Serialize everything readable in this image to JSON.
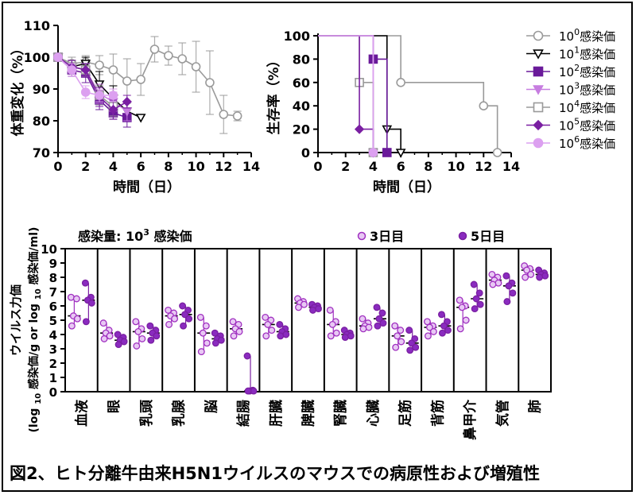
{
  "caption": "図2、ヒト分離牛由来H5N1ウイルスのマウスでの病原性および増殖性",
  "legend_top": {
    "suffix": "感染価",
    "items": [
      {
        "base": "10",
        "exp": "0",
        "color": "#9a9a9a",
        "marker": "circle-open"
      },
      {
        "base": "10",
        "exp": "1",
        "color": "#000000",
        "marker": "triangle-down-open"
      },
      {
        "base": "10",
        "exp": "2",
        "color": "#6a1a9a",
        "marker": "square-filled"
      },
      {
        "base": "10",
        "exp": "3",
        "color": "#c77de0",
        "marker": "triangle-down-filled"
      },
      {
        "base": "10",
        "exp": "4",
        "color": "#9a9a9a",
        "marker": "square-open"
      },
      {
        "base": "10",
        "exp": "5",
        "color": "#7a1fa2",
        "marker": "diamond-filled"
      },
      {
        "base": "10",
        "exp": "6",
        "color": "#dca0f0",
        "marker": "circle-filled"
      }
    ]
  },
  "chart_data": [
    {
      "type": "line",
      "ylabel": "体重変化（%）",
      "xlabel": "時間（日）",
      "xlim": [
        0,
        14
      ],
      "ylim": [
        70,
        110
      ],
      "xticks": [
        "0",
        "2",
        "4",
        "6",
        "8",
        "10",
        "12",
        "14"
      ],
      "yticks": [
        "70",
        "80",
        "90",
        "100",
        "110"
      ],
      "series": [
        {
          "name": "10^0感染価",
          "color": "#9a9a9a",
          "marker": "circle-open",
          "x": [
            0,
            1,
            2,
            3,
            4,
            5,
            6,
            7,
            8,
            9,
            10,
            11,
            12,
            13
          ],
          "y": [
            100,
            98,
            98.5,
            97.5,
            96,
            92.5,
            93,
            102.5,
            100.5,
            99.5,
            97,
            92,
            82,
            81.5
          ],
          "err": [
            0,
            2,
            2,
            3,
            5,
            7,
            5,
            4,
            3,
            5,
            8,
            10,
            6,
            1.5
          ]
        },
        {
          "name": "10^1感染価",
          "color": "#000000",
          "marker": "triangle-down-open",
          "x": [
            0,
            1,
            2,
            3,
            4,
            5,
            6
          ],
          "y": [
            100,
            97,
            98,
            91.5,
            87,
            83,
            81
          ],
          "err": [
            0,
            2,
            2,
            4,
            4,
            3,
            0
          ]
        },
        {
          "name": "10^2感染価",
          "color": "#6a1a9a",
          "marker": "square-filled",
          "x": [
            0,
            1,
            2,
            3,
            4,
            5
          ],
          "y": [
            100,
            96,
            95,
            86.5,
            82.5,
            81
          ],
          "err": [
            0,
            2,
            3,
            3,
            2,
            3
          ]
        },
        {
          "name": "10^3感染価",
          "color": "#c77de0",
          "marker": "triangle-down-filled",
          "x": [
            0,
            1,
            2,
            3,
            4,
            5
          ],
          "y": [
            100,
            97,
            96,
            88.5,
            86,
            83
          ],
          "err": [
            0,
            2,
            2,
            3,
            3,
            3
          ]
        },
        {
          "name": "10^4感染価",
          "color": "#9a9a9a",
          "marker": "square-open",
          "x": [
            0,
            1,
            2,
            3,
            4
          ],
          "y": [
            100,
            97,
            96,
            88,
            84.5
          ],
          "err": [
            0,
            2,
            2,
            3,
            3
          ]
        },
        {
          "name": "10^5感染価",
          "color": "#7a1fa2",
          "marker": "diamond-filled",
          "x": [
            0,
            1,
            2,
            3,
            4,
            5
          ],
          "y": [
            100,
            97,
            96,
            87.5,
            83.5,
            86
          ],
          "err": [
            0,
            2,
            2,
            3,
            3,
            2
          ]
        },
        {
          "name": "10^6感染価",
          "color": "#dca0f0",
          "marker": "circle-filled",
          "x": [
            0,
            1,
            2,
            3,
            4
          ],
          "y": [
            100,
            96,
            89,
            88,
            88
          ],
          "err": [
            0,
            2,
            2,
            2,
            2
          ]
        }
      ]
    },
    {
      "type": "line",
      "subtype": "survival-step",
      "ylabel": "生存率（%）",
      "xlabel": "時間（日）",
      "xlim": [
        0,
        14
      ],
      "ylim": [
        0,
        100
      ],
      "xticks": [
        "0",
        "2",
        "4",
        "6",
        "8",
        "10",
        "12",
        "14"
      ],
      "yticks": [
        "0",
        "20",
        "40",
        "60",
        "80",
        "100"
      ],
      "series": [
        {
          "name": "10^0感染価",
          "color": "#9a9a9a",
          "marker": "circle-open",
          "steps": [
            [
              0,
              100
            ],
            [
              6,
              60
            ],
            [
              12,
              40
            ],
            [
              13,
              0
            ]
          ]
        },
        {
          "name": "10^1感染価",
          "color": "#000000",
          "marker": "triangle-down-open",
          "steps": [
            [
              0,
              100
            ],
            [
              5,
              20
            ],
            [
              6,
              0
            ]
          ]
        },
        {
          "name": "10^2感染価",
          "color": "#6a1a9a",
          "marker": "square-filled",
          "steps": [
            [
              0,
              100
            ],
            [
              4,
              80
            ],
            [
              5,
              0
            ]
          ]
        },
        {
          "name": "10^3感染価",
          "color": "#c77de0",
          "marker": "triangle-down-filled",
          "steps": [
            [
              0,
              100
            ],
            [
              4,
              0
            ]
          ]
        },
        {
          "name": "10^4感染価",
          "color": "#9a9a9a",
          "marker": "square-open",
          "steps": [
            [
              0,
              100
            ],
            [
              3,
              60
            ],
            [
              4,
              0
            ]
          ]
        },
        {
          "name": "10^5感染価",
          "color": "#7a1fa2",
          "marker": "diamond-filled",
          "steps": [
            [
              0,
              100
            ],
            [
              3,
              20
            ],
            [
              4,
              0
            ]
          ]
        },
        {
          "name": "10^6感染価",
          "color": "#dca0f0",
          "marker": "circle-filled",
          "steps": [
            [
              0,
              100
            ],
            [
              4,
              0
            ]
          ]
        }
      ]
    },
    {
      "type": "scatter",
      "subtype": "dot-plot",
      "annotation": {
        "prefix": "感染量: 10",
        "exp": "3",
        "suffix": " 感染価"
      },
      "ylabel_line1": "ウイルス力価",
      "ylabel_line2_parts": [
        "(log ",
        "10",
        " 感染価/g or log ",
        "10",
        " 感染価/ml)"
      ],
      "ylim": [
        0,
        10
      ],
      "yticks": [
        "0",
        "1",
        "2",
        "3",
        "4",
        "5",
        "6",
        "7",
        "8",
        "9",
        "10"
      ],
      "categories": [
        "血液",
        "眼",
        "乳頭",
        "乳腺",
        "脳",
        "結腸",
        "肝臓",
        "脾臓",
        "腎臓",
        "心臓",
        "足筋",
        "背筋",
        "鼻甲介",
        "気管",
        "肺"
      ],
      "series": [
        {
          "name": "3日目",
          "color": "#a030c0",
          "fill": "#e8c8f4",
          "open": true,
          "values": [
            [
              6.6,
              6.5,
              5.3,
              5.1,
              4.6
            ],
            [
              4.8,
              4.3,
              4.1,
              3.9,
              3.7
            ],
            [
              4.9,
              4.4,
              4.2,
              3.7,
              3.2
            ],
            [
              5.7,
              5.5,
              5.3,
              5.1,
              4.7
            ],
            [
              5.2,
              4.6,
              4.1,
              3.4,
              2.8
            ],
            [
              4.9,
              4.7,
              4.4,
              4.2,
              3.9
            ],
            [
              5.2,
              5.0,
              4.7,
              4.3,
              3.9
            ],
            [
              6.5,
              6.3,
              6.2,
              6.1,
              5.9
            ],
            [
              5.7,
              4.9,
              4.7,
              4.1,
              3.9
            ],
            [
              5.1,
              4.8,
              4.6,
              4.5,
              4.4
            ],
            [
              4.6,
              4.3,
              3.9,
              3.5,
              3.1
            ],
            [
              4.9,
              4.6,
              4.5,
              4.2,
              3.9
            ],
            [
              6.4,
              6.0,
              5.9,
              5.0,
              4.4
            ],
            [
              8.2,
              8.0,
              7.8,
              7.6,
              7.5
            ],
            [
              8.8,
              8.6,
              8.5,
              8.2,
              8.0
            ]
          ],
          "medians": [
            5.3,
            4.1,
            4.2,
            5.3,
            4.1,
            4.4,
            4.7,
            6.2,
            4.7,
            4.6,
            3.9,
            4.5,
            5.9,
            7.8,
            8.5
          ]
        },
        {
          "name": "5日目",
          "color": "#7a1fa2",
          "fill": "#8a2bbf",
          "open": false,
          "values": [
            [
              7.6,
              6.6,
              6.4,
              6.2,
              4.9
            ],
            [
              4.0,
              3.8,
              3.6,
              3.5,
              3.3
            ],
            [
              4.6,
              4.3,
              4.1,
              3.9,
              3.6
            ],
            [
              6.0,
              5.7,
              5.4,
              5.1,
              4.6
            ],
            [
              4.1,
              3.9,
              3.7,
              3.6,
              3.4
            ],
            [
              2.5,
              0.1,
              0.05,
              0.05,
              0.05
            ],
            [
              4.7,
              4.4,
              4.2,
              4.0,
              3.9
            ],
            [
              6.1,
              6.0,
              5.9,
              5.8,
              5.7
            ],
            [
              4.3,
              4.1,
              4.0,
              3.9,
              3.8
            ],
            [
              5.9,
              5.5,
              5.1,
              4.8,
              4.6
            ],
            [
              4.3,
              3.7,
              3.4,
              3.1,
              2.9
            ],
            [
              5.4,
              4.9,
              4.6,
              4.3,
              4.1
            ],
            [
              7.5,
              6.9,
              6.5,
              6.1,
              5.8
            ],
            [
              8.1,
              7.6,
              7.4,
              6.9,
              6.3
            ],
            [
              8.5,
              8.3,
              8.2,
              8.1,
              8.0
            ]
          ],
          "medians": [
            6.4,
            3.6,
            4.1,
            5.4,
            3.7,
            0.05,
            4.2,
            5.9,
            4.0,
            5.1,
            3.4,
            4.6,
            6.5,
            7.4,
            8.2
          ]
        }
      ]
    }
  ]
}
